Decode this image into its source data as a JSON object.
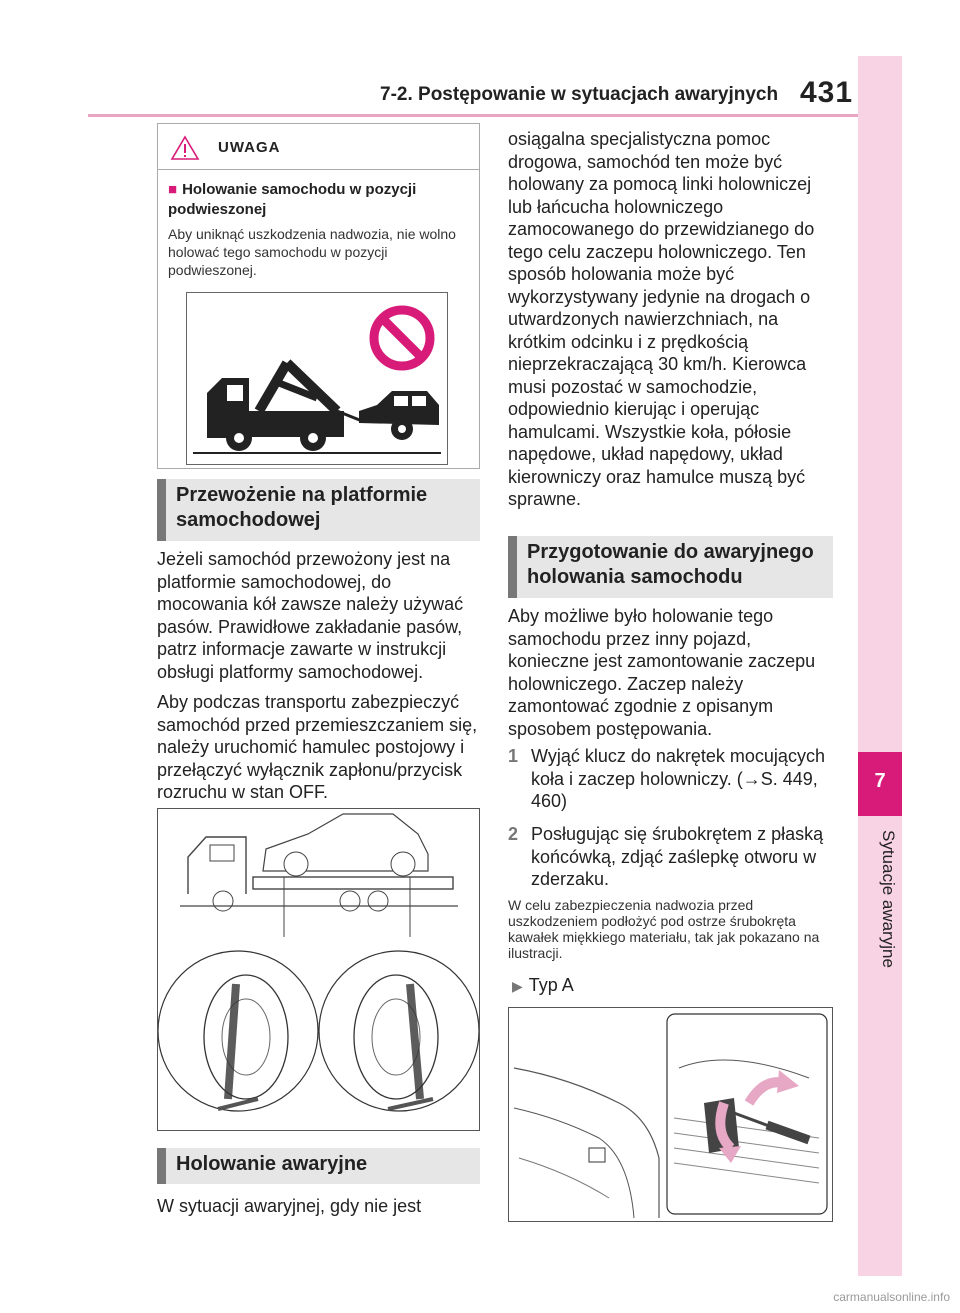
{
  "header": {
    "title": "7-2. Postępowanie w sytuacjach awaryjnych",
    "page_number": "431"
  },
  "side_tab": {
    "chapter_number": "7",
    "chapter_label": "Sytuacje awaryjne"
  },
  "warning": {
    "label": "UWAGA",
    "subheading": "Holowanie samochodu w pozycji podwieszonej",
    "bullet": "■",
    "text": "Aby uniknąć uszkodzenia nadwozia, nie wolno holować tego samochodu w pozycji podwieszonej."
  },
  "sections": {
    "platform": {
      "heading": "Przewożenie na platformie samochodowej",
      "paragraphs": [
        "Jeżeli samochód przewożony jest na platformie samochodowej, do mocowania kół zawsze należy używać pasów. Prawidłowe zakładanie pasów, patrz informacje zawarte w instrukcji obsługi platformy samochodowej.",
        "Aby podczas transportu zabezpieczyć samochód przed przemieszczaniem się, należy uruchomić hamulec postojowy i przełączyć wyłącznik zapłonu/przycisk rozruchu w stan OFF."
      ]
    },
    "emergency": {
      "heading": "Holowanie awaryjne",
      "text_start": "W sytuacji awaryjnej, gdy nie jest",
      "text_cont": "osiągalna specjalistyczna pomoc drogowa, samochód ten może być holowany za pomocą linki holowniczej lub łańcucha holowniczego zamocowanego do przewidzianego do tego celu zaczepu holowniczego. Ten sposób holowania może być wykorzystywany jedynie na drogach o utwardzonych nawierzchniach, na krótkim odcinku i z prędkością nieprzekraczającą 30 km/h. Kierowca musi pozostać w samochodzie, odpowiednio kierując i operując hamulcami. Wszystkie koła, półosie napędowe, układ napędowy, układ kierowniczy oraz hamulce muszą być sprawne."
    },
    "prep": {
      "heading": "Przygotowanie do awaryjnego holowania samochodu",
      "intro": "Aby możliwe było holowanie tego samochodu przez inny pojazd, konieczne jest zamontowanie zaczepu holowniczego. Zaczep należy zamontować zgodnie z opisanym sposobem postępowania.",
      "steps": [
        {
          "num": "1",
          "text": "Wyjąć klucz do nakrętek mocujących koła i zaczep holowniczy. (→S. 449, 460)"
        },
        {
          "num": "2",
          "text": "Posługując się śrubokrętem z płaską końcówką, zdjąć zaślepkę otworu w zderzaku."
        }
      ],
      "note": "W celu zabezpieczenia nadwozia przed uszkodzeniem podłożyć pod ostrze śrubokręta kawałek miękkiego materiału, tak jak pokazano na ilustracji.",
      "type_label": "Typ A"
    }
  },
  "footer": "carmanualsonline.info",
  "colors": {
    "accent": "#d81b79",
    "tab_bg": "#f7d3e3",
    "rule": "#e8a6c4",
    "section_bg": "#e6e6e6"
  }
}
